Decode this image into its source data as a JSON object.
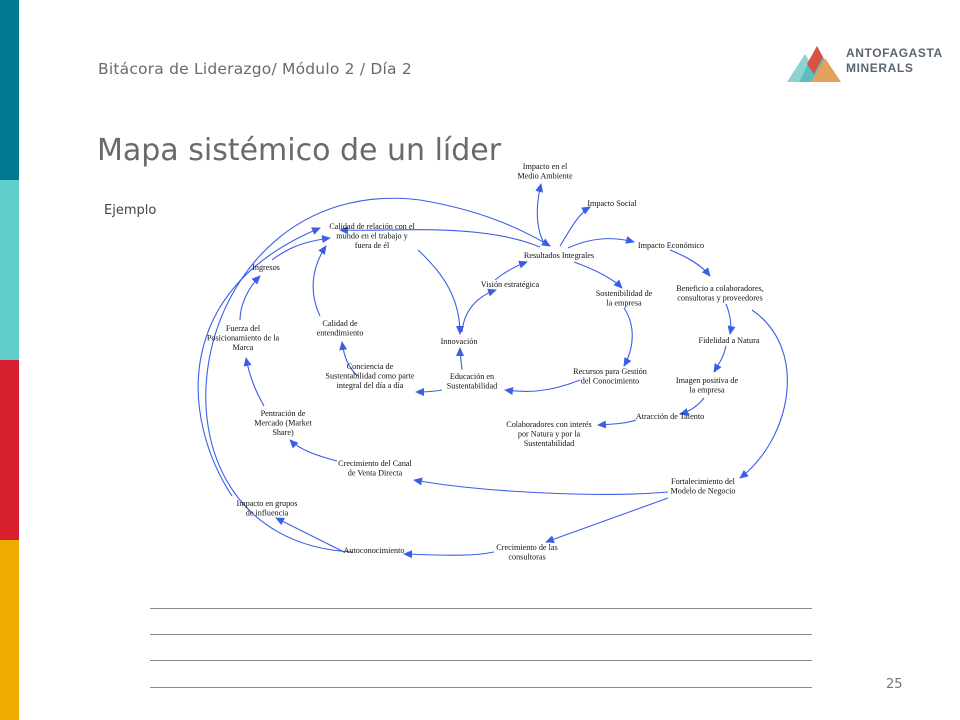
{
  "header": {
    "breadcrumb": "Bitácora de Liderazgo/ Módulo 2 / Día 2",
    "title": "Mapa sistémico de un líder",
    "subtitle": "Ejemplo"
  },
  "logo": {
    "line1": "ANTOFAGASTA",
    "line2": "MINERALS",
    "color_primary": "#5b6670",
    "color_accent": "#e2a25b"
  },
  "stripes": [
    "#00788f",
    "#5fcdc9",
    "#d71f2f",
    "#f0ab00"
  ],
  "diagram": {
    "edge_color": "#3b5ee8",
    "nodes": {
      "medio_ambiente": [
        "Impacto en el",
        "Medio Ambiente"
      ],
      "impacto_social": [
        "Impacto Social"
      ],
      "calidad_relacion": [
        "Calidad de relación con el",
        "mundo en el trabajo y",
        "fuera de él"
      ],
      "resultados": [
        "Resultados Integrales"
      ],
      "impacto_economico": [
        "Impacto Económico"
      ],
      "ingresos": [
        "Ingresos"
      ],
      "vision": [
        "Visión estratégica"
      ],
      "sostenibilidad": [
        "Sostenibilidad de",
        "la empresa"
      ],
      "beneficio": [
        "Beneficio a colaboradores,",
        "consultoras y proveedores"
      ],
      "fuerza": [
        "Fuerza del",
        "Posicionamiento de la",
        "Marca"
      ],
      "calidad_entendimiento": [
        "Calidad de",
        "entendimiento"
      ],
      "innovacion": [
        "Innovación"
      ],
      "fidelidad": [
        "Fidelidad a Natura"
      ],
      "conciencia": [
        "Conciencia de",
        "Sustentabilidad como parte",
        "integral del día a día"
      ],
      "educacion": [
        "Educación en",
        "Sustentabilidad"
      ],
      "recursos": [
        "Recursos para Gestión",
        "del Conocimiento"
      ],
      "imagen": [
        "Imagen positiva de",
        "la empresa"
      ],
      "penetracion": [
        "Pentración de",
        "Mercado (Market",
        "Share)"
      ],
      "atraccion": [
        "Atracción de Talento"
      ],
      "colaboradores": [
        "Colaboradores con interés",
        "por Natura y por la",
        "Sustentabilidad"
      ],
      "canal": [
        "Crecimiento del Canal",
        "de Venta Directa"
      ],
      "fortalecimiento": [
        "Fortalecimiento del",
        "Modelo de Negocio"
      ],
      "grupos": [
        "Impacto en grupos",
        "de influencia"
      ],
      "consultoras": [
        "Crecimiento de las",
        "consultoras"
      ],
      "autoconocimiento": [
        "Autoconocimiento"
      ]
    }
  },
  "answer_lines": 4,
  "page_number": "25"
}
